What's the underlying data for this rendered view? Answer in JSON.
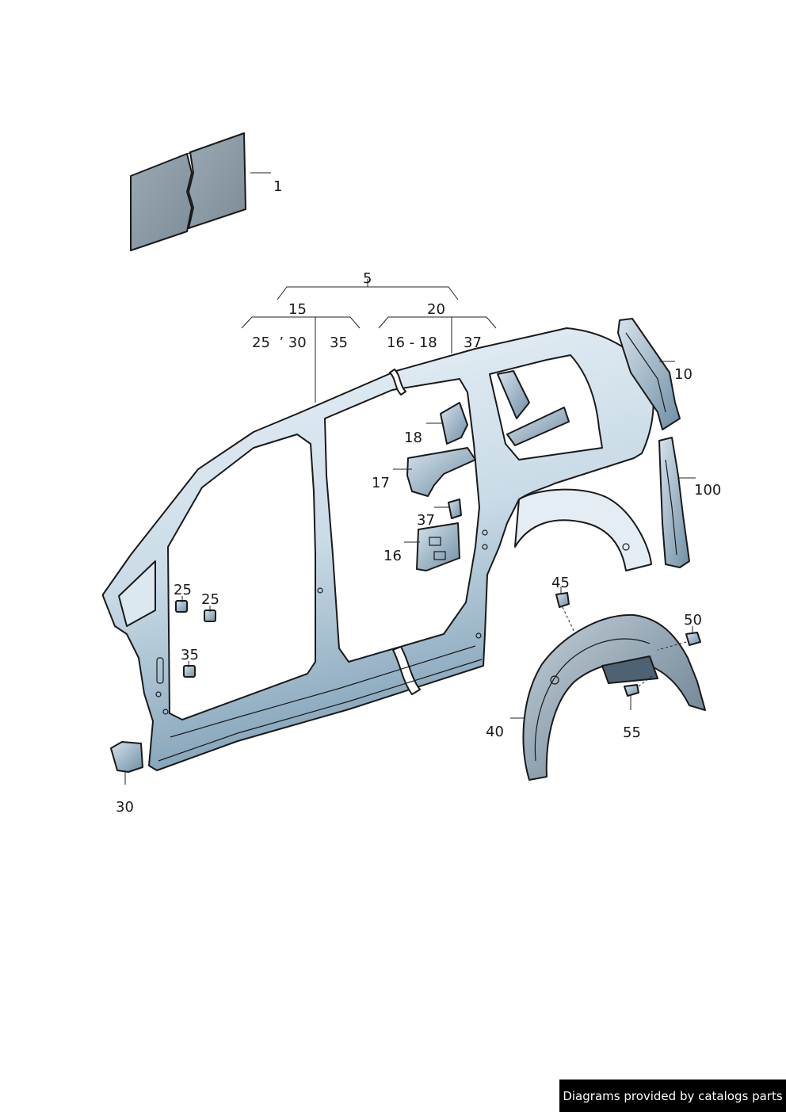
{
  "labels": {
    "p1": "1",
    "p5": "5",
    "p15": "15",
    "p20": "20",
    "p25_30": "25  ’ 30",
    "p35_top": "35",
    "p16_18": "16 - 18",
    "p37_top": "37",
    "p10": "10",
    "p18": "18",
    "p17": "17",
    "p37": "37",
    "p16": "16",
    "p100": "100",
    "p25a": "25",
    "p25b": "25",
    "p35": "35",
    "p45": "45",
    "p50": "50",
    "p30": "30",
    "p40": "40",
    "p55": "55"
  },
  "credit": "Diagrams provided by catalogs parts",
  "colors": {
    "panel_light": "#e8f0f6",
    "panel_mid": "#b9d0df",
    "panel_dark": "#7f9fb5",
    "pad": "#8a9aa6",
    "liner": "#9aaab6"
  }
}
